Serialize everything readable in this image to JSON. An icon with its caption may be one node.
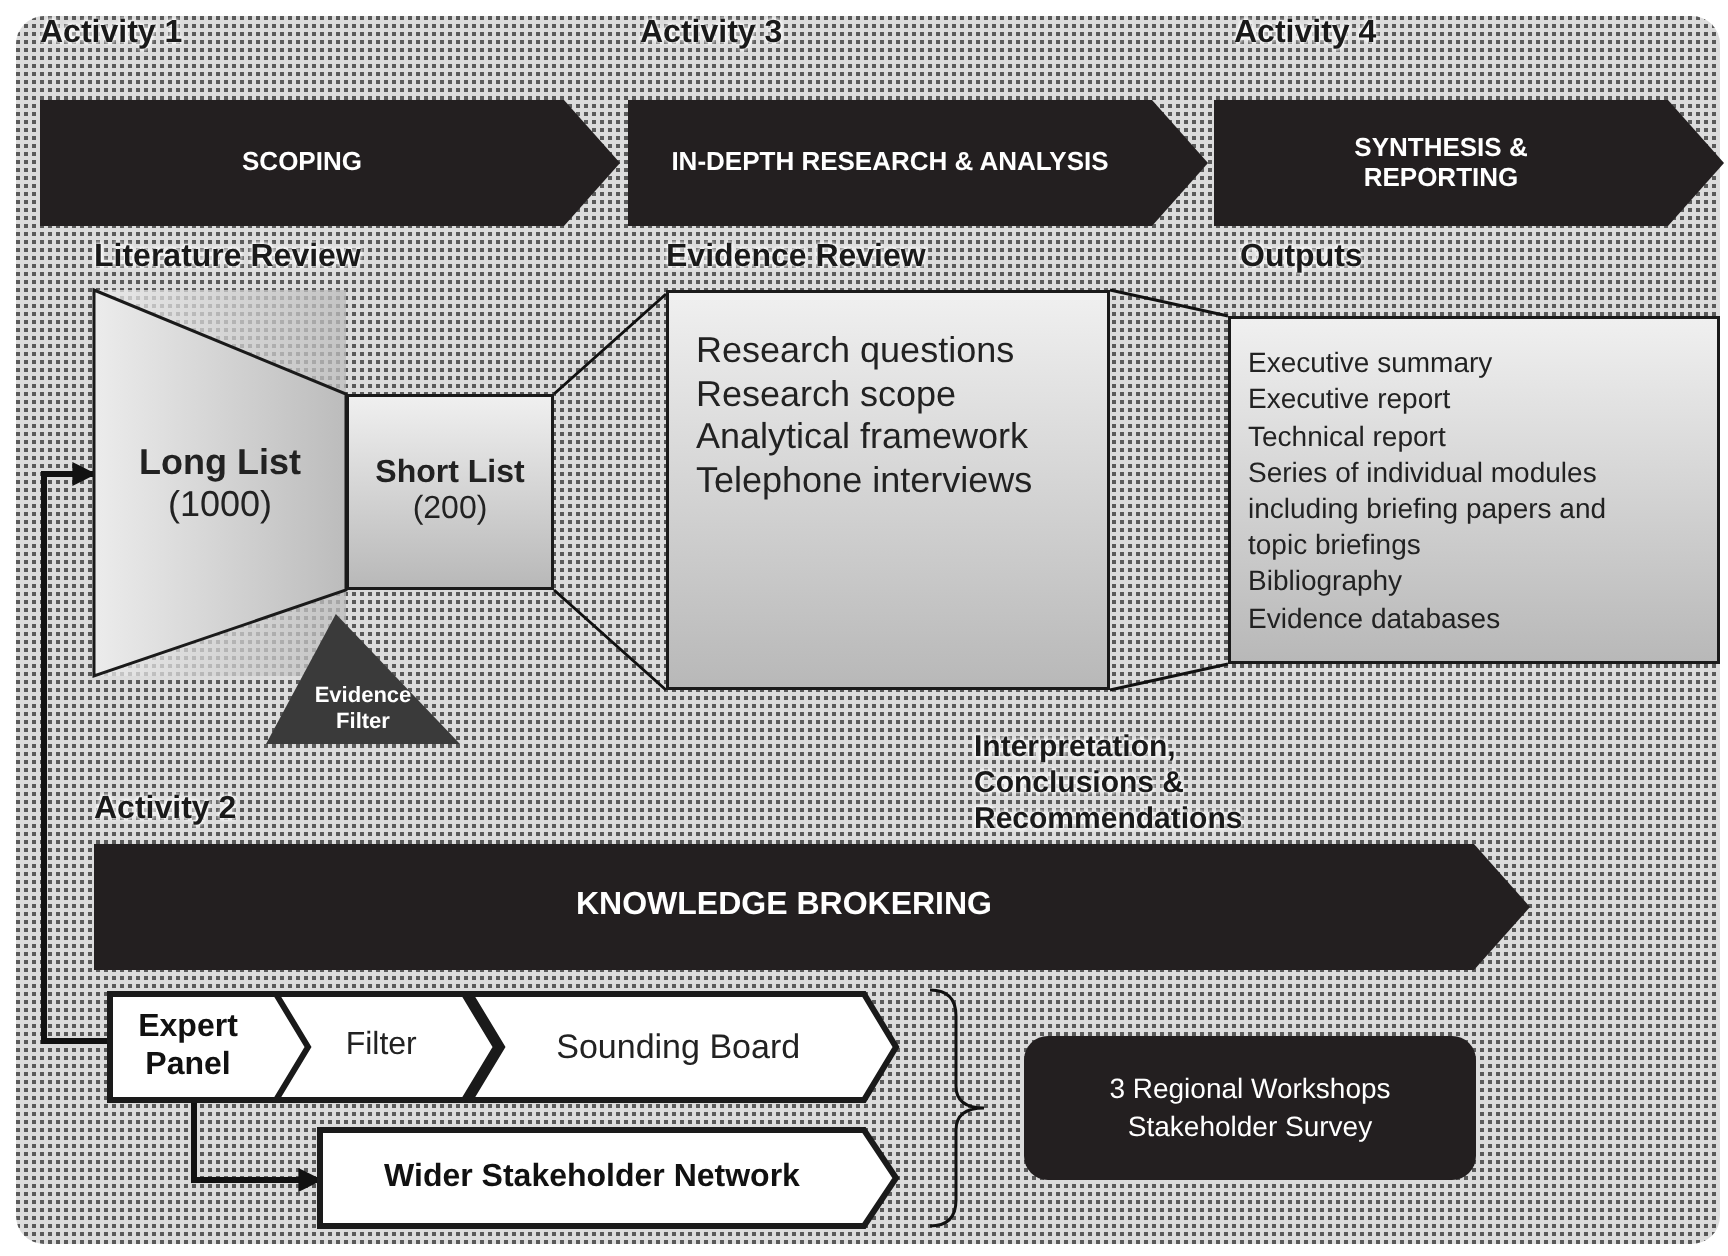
{
  "diagram": {
    "nodes": [
      {
        "text": [
          "Activity 1",
          "SCOPING"
        ]
      },
      {
        "text": [
          "Activity 3",
          "IN-DEPTH RESEARCH & ANALYSIS"
        ]
      },
      {
        "text": [
          "Activity 4",
          "SYNTHESIS & REPORTING"
        ]
      },
      {
        "text": [
          "Literature Review",
          "Long List",
          "(1000)"
        ]
      },
      {
        "text": [
          "Short List",
          "(200)"
        ]
      },
      {
        "text": [
          "Evidence Filter"
        ]
      },
      {
        "text": [
          "Evidence Review",
          "Research questions",
          "Research scope",
          "Analytical framework",
          "Telephone interviews"
        ]
      },
      {
        "text": [
          "Outputs",
          "Executive summary",
          "Executive report",
          "Technical report",
          "Series of individual modules including briefing papers and topic briefings",
          "Bibliography",
          "Evidence databases"
        ]
      },
      {
        "text": [
          "Activity 2",
          "KNOWLEDGE BROKERING"
        ]
      },
      {
        "text": [
          "Expert Panel"
        ]
      },
      {
        "text": [
          "Filter"
        ]
      },
      {
        "text": [
          "Sounding Board"
        ]
      },
      {
        "text": [
          "Wider Stakeholder Network"
        ]
      },
      {
        "text": [
          "3 Regional Workshops",
          "Stakeholder Survey"
        ]
      }
    ],
    "edges": [
      {
        "from": 9,
        "to": 3,
        "arrow": "to",
        "style": "thick"
      },
      {
        "from": 9,
        "to": 12,
        "arrow": "to",
        "style": "thick"
      },
      {
        "from": 4,
        "to": 6,
        "arrow": "none"
      },
      {
        "from": 6,
        "to": 7,
        "arrow": "none"
      }
    ],
    "labels": [
      "Interpretation, Conclusions & Recommendations"
    ]
  }
}
